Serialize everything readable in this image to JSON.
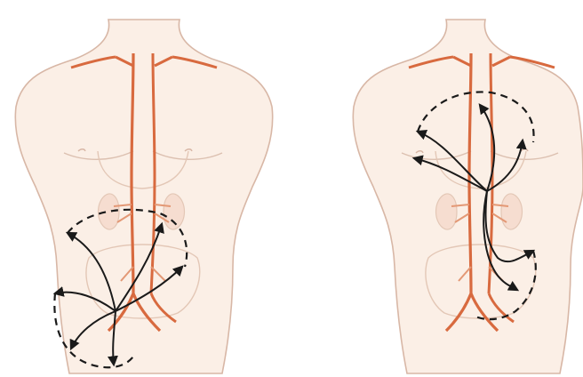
{
  "figure": {
    "panels": [
      {
        "id": "left",
        "description_hidden": true
      },
      {
        "id": "right",
        "description_hidden": true
      }
    ],
    "colors": {
      "skin_fill": "#fbefe6",
      "skin_outline": "#d8b7a6",
      "vessel": "#d86a3f",
      "vessel_light": "#f0b79c",
      "organ_line": "#e3c7b6",
      "arrow": "#1a1a1a"
    },
    "icons": [
      "torso-outline",
      "vessel-network",
      "flow-arrow",
      "dashed-loop-arrow"
    ]
  }
}
